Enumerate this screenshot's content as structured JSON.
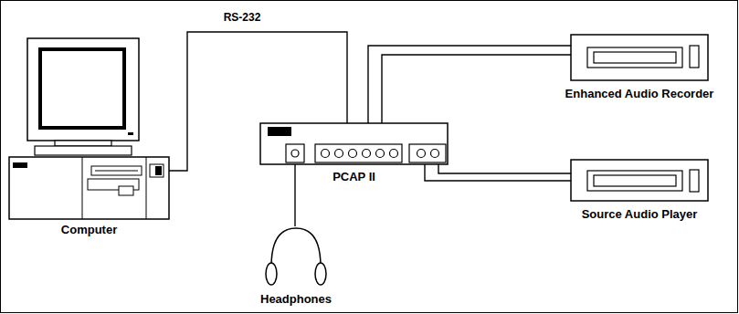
{
  "diagram": {
    "nodes": [
      {
        "text": [
          "Computer"
        ]
      },
      {
        "text": [
          "PCAP II"
        ]
      },
      {
        "text": [
          "Enhanced Audio Recorder"
        ]
      },
      {
        "text": [
          "Source Audio Player"
        ]
      },
      {
        "text": [
          "Headphones"
        ]
      }
    ],
    "edges": [
      {
        "from": 0,
        "to": 1,
        "label": "RS-232",
        "arrow": "none"
      },
      {
        "from": 1,
        "to": 2,
        "arrow": "none"
      },
      {
        "from": 1,
        "to": 3,
        "arrow": "none"
      },
      {
        "from": 1,
        "to": 4,
        "arrow": "none"
      }
    ]
  }
}
